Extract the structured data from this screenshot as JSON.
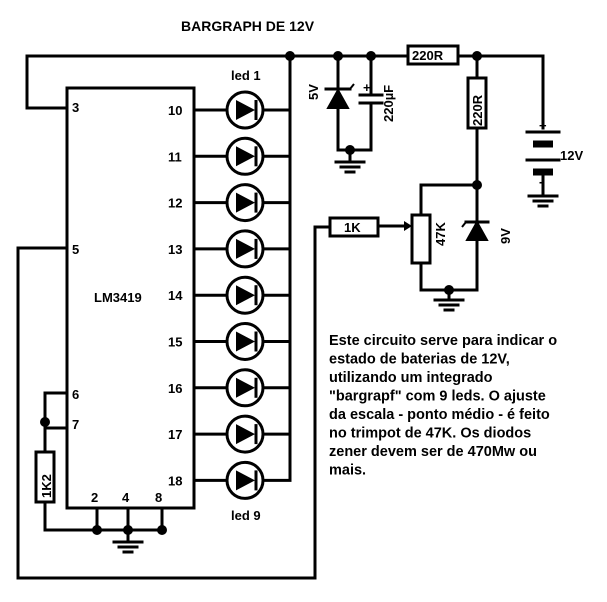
{
  "title": "BARGRAPH DE 12V",
  "ic": {
    "name": "LM3419",
    "left_pins": [
      "3",
      "5",
      "6",
      "7"
    ],
    "bottom_pins": [
      "2",
      "4",
      "8"
    ],
    "right_pins": [
      "10",
      "11",
      "12",
      "13",
      "14",
      "15",
      "16",
      "17",
      "18"
    ]
  },
  "leds": {
    "first_label": "led 1",
    "last_label": "led 9"
  },
  "components": {
    "zener_5v": "5V",
    "capacitor": "220µF",
    "resistor_top": "220R",
    "resistor_vert": "220R",
    "battery": "12V",
    "resistor_1k": "1K",
    "trimpot": "47K",
    "zener_9v": "9V",
    "resistor_1k2": "1K2"
  },
  "description": [
    "Este circuito serve para indicar o",
    "estado de baterias de 12V,",
    "utilizando um integrado",
    "\"bargrapf\" com 9 leds. O ajuste",
    "da escala - ponto médio - é feito",
    "no trimpot de 47K. Os diodos",
    "zener devem ser de 470Mw ou",
    "mais."
  ]
}
